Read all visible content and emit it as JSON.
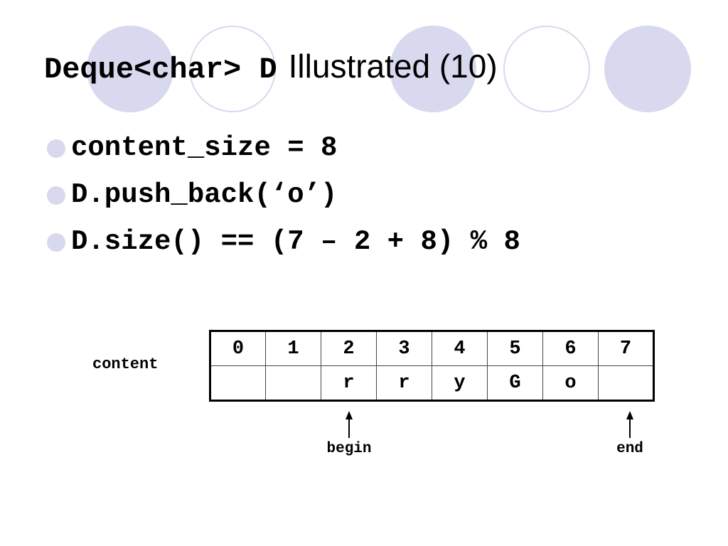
{
  "title": {
    "code_part": "Deque<char> D",
    "text_part": "Illustrated (10)"
  },
  "bullets": [
    "content_size = 8",
    "D.push_back(‘o’)",
    "D.size() == (7 – 2 + 8) % 8"
  ],
  "diagram": {
    "array_label": "content",
    "indices": [
      "0",
      "1",
      "2",
      "3",
      "4",
      "5",
      "6",
      "7"
    ],
    "values": [
      "",
      "",
      "r",
      "r",
      "y",
      "G",
      "o",
      ""
    ],
    "begin_label": "begin",
    "end_label": "end"
  },
  "colors": {
    "decor_circle": "#d8d8ee",
    "text": "#000000",
    "background": "#ffffff"
  }
}
